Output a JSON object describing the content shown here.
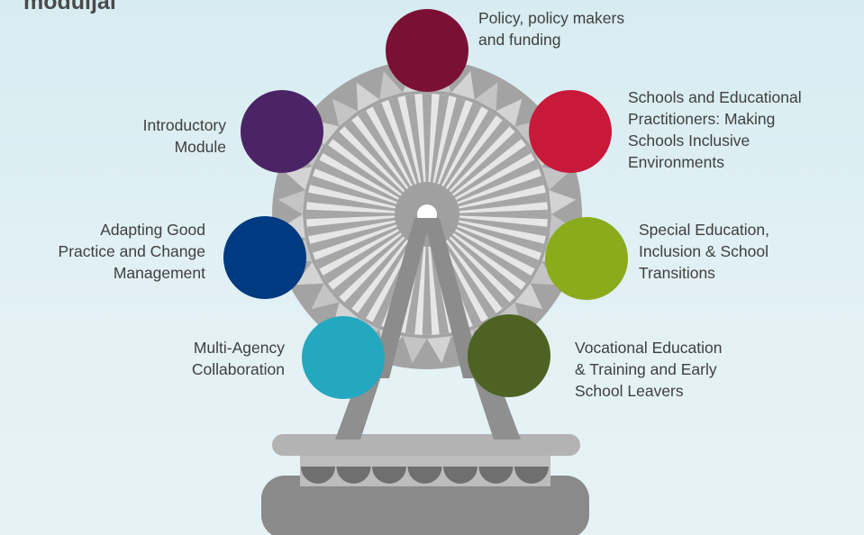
{
  "title": "moduljai",
  "wheel": {
    "hub_color": "#9e9e9e",
    "rim_color": "#a6a6a6",
    "spoke_color": "#a9a9a9",
    "base_color": "#8a8a8a"
  },
  "modules": [
    {
      "label": "Policy, policy makers\nand funding",
      "color": "#7b1035"
    },
    {
      "label": "Schools and Educational\nPractitioners: Making\nSchools Inclusive\nEnvironments",
      "color": "#c8193a"
    },
    {
      "label": "Special Education,\nInclusion & School\nTransitions",
      "color": "#8aab1c"
    },
    {
      "label": "Vocational Education\n& Training and Early\nSchool Leavers",
      "color": "#4e6323"
    },
    {
      "label": "Multi-Agency\nCollaboration",
      "color": "#23a8bf"
    },
    {
      "label": "Adapting Good\nPractice and Change\nManagement",
      "color": "#003a80"
    },
    {
      "label": "Introductory\nModule",
      "color": "#4b2466"
    }
  ]
}
